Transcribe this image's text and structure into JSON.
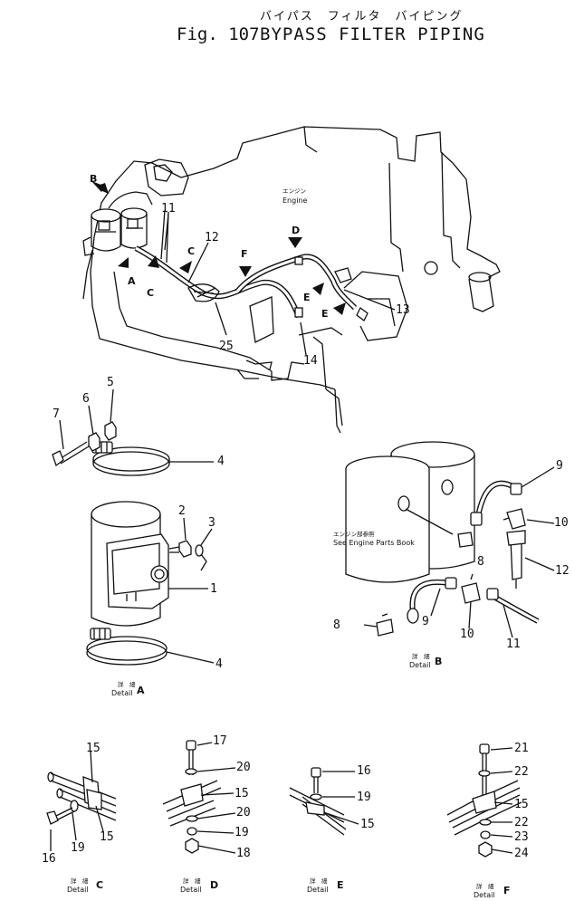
{
  "header": {
    "title_jp": "バイパス　フィルタ　バイピング",
    "fig_label": "Fig. 107",
    "title_en": "BYPASS FILTER PIPING"
  },
  "engine_label": {
    "jp": "エンジン",
    "en": "Engine"
  },
  "see_engine": {
    "jp": "エンジン部参照",
    "en": "See Engine Parts Book"
  },
  "detail_jp": "詳　細",
  "detail_en": "Detail",
  "detail_letters": {
    "A": "A",
    "B": "B",
    "C": "C",
    "D": "D",
    "E": "E",
    "F": "F"
  },
  "view_letters": [
    "B",
    "A",
    "C",
    "C",
    "F",
    "D",
    "E",
    "E"
  ],
  "callouts": {
    "main": [
      "11",
      "12",
      "13",
      "14",
      "25"
    ],
    "detail_a": [
      "1",
      "2",
      "3",
      "4",
      "4",
      "5",
      "6",
      "7"
    ],
    "detail_b": [
      "8",
      "8",
      "9",
      "9",
      "10",
      "10",
      "11",
      "12"
    ],
    "detail_c": [
      "15",
      "15",
      "16",
      "19"
    ],
    "detail_d": [
      "17",
      "20",
      "15",
      "20",
      "19",
      "18"
    ],
    "detail_e": [
      "16",
      "19",
      "15"
    ],
    "detail_f": [
      "21",
      "22",
      "15",
      "22",
      "23",
      "24"
    ]
  }
}
